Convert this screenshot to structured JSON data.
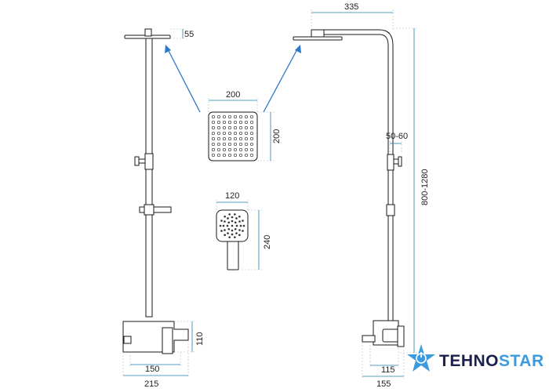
{
  "dimensions": {
    "left_head_height": "55",
    "head_width": "200",
    "head_height": "200",
    "hand_width": "120",
    "hand_height": "240",
    "left_mixer_height": "110",
    "left_mixer_width": "150",
    "left_base_width": "215",
    "arm_length": "335",
    "wall_distance": "50-60",
    "total_height": "800-1280",
    "right_mixer_width": "115",
    "right_base_width": "155"
  },
  "logo": {
    "brand_part1": "TEHNO",
    "brand_part2": "STAR",
    "color_dark": "#1b1f4e",
    "color_accent": "#3a9be0"
  },
  "colors": {
    "dimension_line": "#1f7fb0",
    "arrow": "#2b79c9",
    "outline": "#1a1a1a"
  }
}
